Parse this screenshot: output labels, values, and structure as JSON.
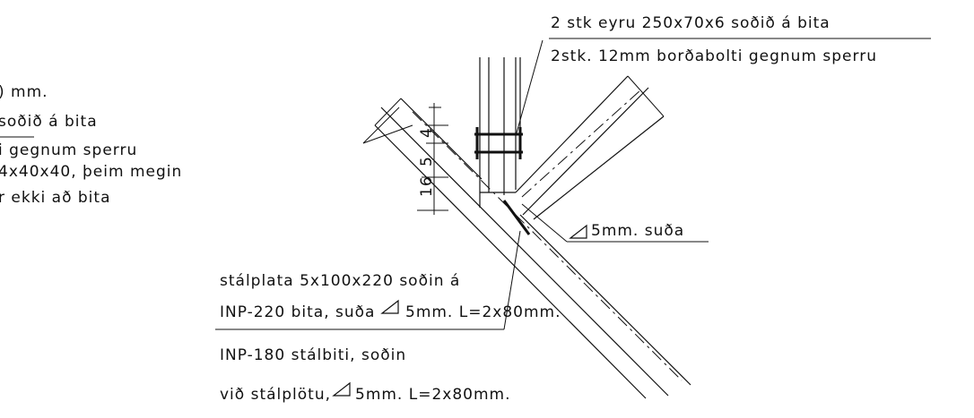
{
  "left_notes": {
    "line1": ") mm.",
    "line2": "soðið á bita",
    "line3": "i gegnum sperru",
    "line4": "4x40x40, þeim megin",
    "line5": "r ekki að bita"
  },
  "top_callout": {
    "line1": "2 stk  eyru 250x70x6 soðið á bita",
    "line2": "2stk. 12mm borðabolti gegnum sperru"
  },
  "weld_callout": {
    "text": "5mm. suða"
  },
  "dimensions": {
    "dim1": "16",
    "dim2": "5",
    "dim3": "4"
  },
  "bottom_notes": {
    "plate_line1": "stálplata 5x100x220 soðin á",
    "plate_line2": "INP-220 bita, suða",
    "plate_line2_weld": "5mm. L=2x80mm.",
    "beam_line1": "INP-180 stálbiti, soðin",
    "beam_line2_prefix": "við stálplötu,",
    "beam_line2_weld": "5mm. L=2x80mm."
  }
}
